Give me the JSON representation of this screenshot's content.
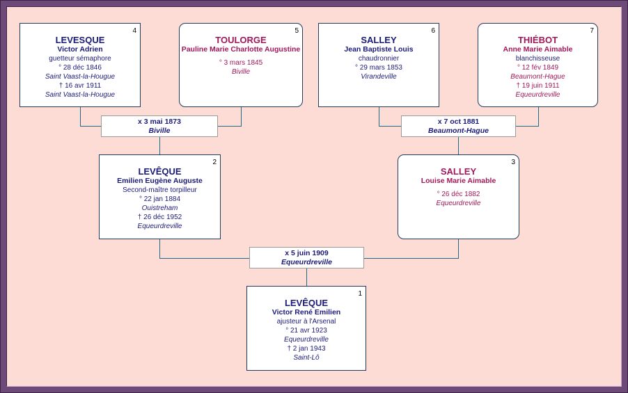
{
  "colors": {
    "male": "#1a1a78",
    "female": "#a0185a",
    "background": "#fcdcd4",
    "frame": "#6e4a78",
    "connector": "#1f6a8a"
  },
  "persons": {
    "p4": {
      "number": "4",
      "surname": "LEVESQUE",
      "given": "Victor Adrien",
      "occupation": "guetteur sémaphore",
      "birth_date": "° 28 déc 1846",
      "birth_place": "Saint Vaast-la-Hougue",
      "death_date": "† 16 avr 1911",
      "death_place": "Saint Vaast-la-Hougue"
    },
    "p5": {
      "number": "5",
      "surname": "TOULORGE",
      "given": "Pauline Marie Charlotte Augustine",
      "birth_date": "° 3 mars 1845",
      "birth_place": "Biville"
    },
    "p6": {
      "number": "6",
      "surname": "SALLEY",
      "given": "Jean Baptiste Louis",
      "occupation": "chaudronnier",
      "birth_date": "° 29 mars 1853",
      "birth_place": "Virandeville"
    },
    "p7": {
      "number": "7",
      "surname": "THIÉBOT",
      "given": "Anne Marie Aimable",
      "occupation": "blanchisseuse",
      "birth_date": "° 12 fév 1849",
      "birth_place": "Beaumont-Hague",
      "death_date": "† 19 juin 1911",
      "death_place": "Equeurdreville"
    },
    "p2": {
      "number": "2",
      "surname": "LEVÊQUE",
      "given": "Emilien Eugène Auguste",
      "occupation": "Second-maître torpilleur",
      "birth_date": "° 22 jan 1884",
      "birth_place": "Ouistreham",
      "death_date": "† 26 déc 1952",
      "death_place": "Equeurdreville"
    },
    "p3": {
      "number": "3",
      "surname": "SALLEY",
      "given": "Louise Marie Aimable",
      "birth_date": "° 26 déc 1882",
      "birth_place": "Equeurdreville"
    },
    "p1": {
      "number": "1",
      "surname": "LEVÊQUE",
      "given": "Victor René Emilien",
      "occupation": "ajusteur à l'Arsenal",
      "birth_date": "° 21 avr 1923",
      "birth_place": "Equeurdreville",
      "death_date": "† 2 jan 1943",
      "death_place": "Saint-Lô"
    }
  },
  "marriages": {
    "m45": {
      "date": "x 3 mai 1873",
      "place": "Biville"
    },
    "m67": {
      "date": "x 7 oct 1881",
      "place": "Beaumont-Hague"
    },
    "m23": {
      "date": "x 5 juin 1909",
      "place": "Equeurdreville"
    }
  }
}
